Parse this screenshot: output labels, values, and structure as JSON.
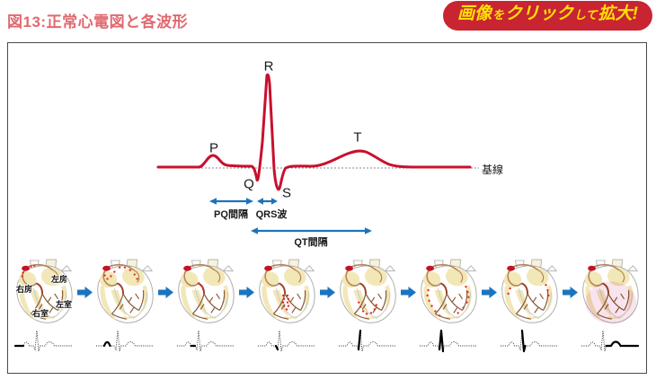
{
  "title": "図13:正常心電図と各波形",
  "enlarge_button": {
    "parts": [
      "画像",
      "を",
      "クリック",
      "して",
      "拡大!"
    ]
  },
  "ecg_diagram": {
    "wave_labels": {
      "p": "P",
      "q": "Q",
      "r": "R",
      "s": "S",
      "t": "T"
    },
    "baseline_label": "基線",
    "intervals": {
      "pq": "PQ間隔",
      "qrs": "QRS波",
      "qt": "QT間隔"
    }
  },
  "heart_labels": {
    "right_atrium": "右房",
    "left_atrium": "左房",
    "right_ventricle": "右室",
    "left_ventricle": "左室"
  },
  "sequence": {
    "stage_count": 8,
    "stages": [
      {
        "highlight": "baseline-before-P"
      },
      {
        "highlight": "P-wave"
      },
      {
        "highlight": "PQ-segment"
      },
      {
        "highlight": "Q-wave"
      },
      {
        "highlight": "R-upstroke"
      },
      {
        "highlight": "R-peak"
      },
      {
        "highlight": "S-wave"
      },
      {
        "highlight": "ST-segment-and-T-wave"
      }
    ]
  },
  "colors": {
    "title_text": "#e0696f",
    "button_bg": "#c92431",
    "button_text": "#ffe105",
    "ecg_line": "#c8102e",
    "interval_arrows": "#1e73b9",
    "sequence_arrows": "#1b74c0",
    "heart_muscle_cream": "#f2e7b6",
    "conduction_brown": "#8a5a38",
    "sa_node_red": "#c41222",
    "repolarization_pink": "#f2c9dd"
  }
}
